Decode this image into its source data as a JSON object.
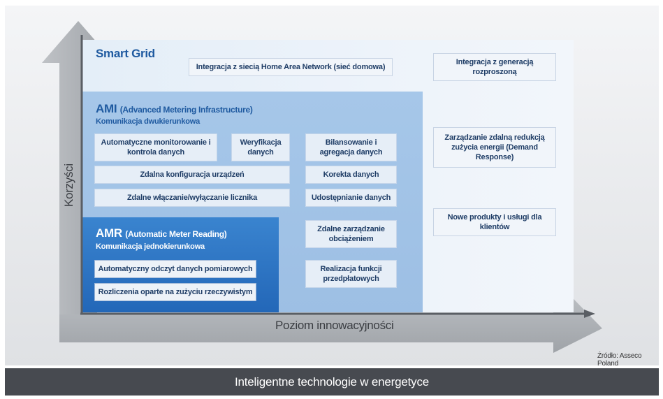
{
  "smart_grid": {
    "title": "Smart Grid",
    "box_han": "Integracja z siecią Home Area Network (sieć domowa)",
    "box_generation": "Integracja z generacją rozproszoną",
    "box_demand_response": "Zarządzanie zdalną redukcją zużycia energii (Demand Response)",
    "box_products": "Nowe produkty i usługi dla klientów"
  },
  "ami": {
    "title": "AMI",
    "title_expansion": "(Advanced Metering Infrastructure)",
    "subtitle": "Komunikacja dwukierunkowa",
    "box_monitoring": "Automatyczne monitorowanie i kontrola danych",
    "box_verification": "Weryfikacja danych",
    "box_balancing": "Bilansowanie i agregacja danych",
    "box_remote_config": "Zdalna konfiguracja urządzeń",
    "box_correction": "Korekta danych",
    "box_switch": "Zdalne włączanie/wyłączanie licznika",
    "box_sharing": "Udostępnianie danych",
    "box_load": "Zdalne zarządzanie obciążeniem",
    "box_prepaid": "Realizacja funkcji przedpłatowych"
  },
  "amr": {
    "title": "AMR",
    "title_expansion": "(Automatic Meter Reading)",
    "subtitle": "Komunikacja jednokierunkowa",
    "box_reading": "Automatyczny odczyt danych pomiarowych",
    "box_billing": "Rozliczenia oparte na zużyciu rzeczywistym"
  },
  "axes": {
    "y_label": "Korzyści",
    "x_label": "Poziom innowacyjności"
  },
  "source": "Źródło: Asseco Poland",
  "footer_title": "Inteligentne technologie w energetyce",
  "colors": {
    "smart_grid_bg": "#e4eef8",
    "ami_bg": "#a6c7e9",
    "amr_bg": "#2b72c2",
    "title_blue": "#1f5aa0",
    "footer_bg": "#474a50"
  }
}
